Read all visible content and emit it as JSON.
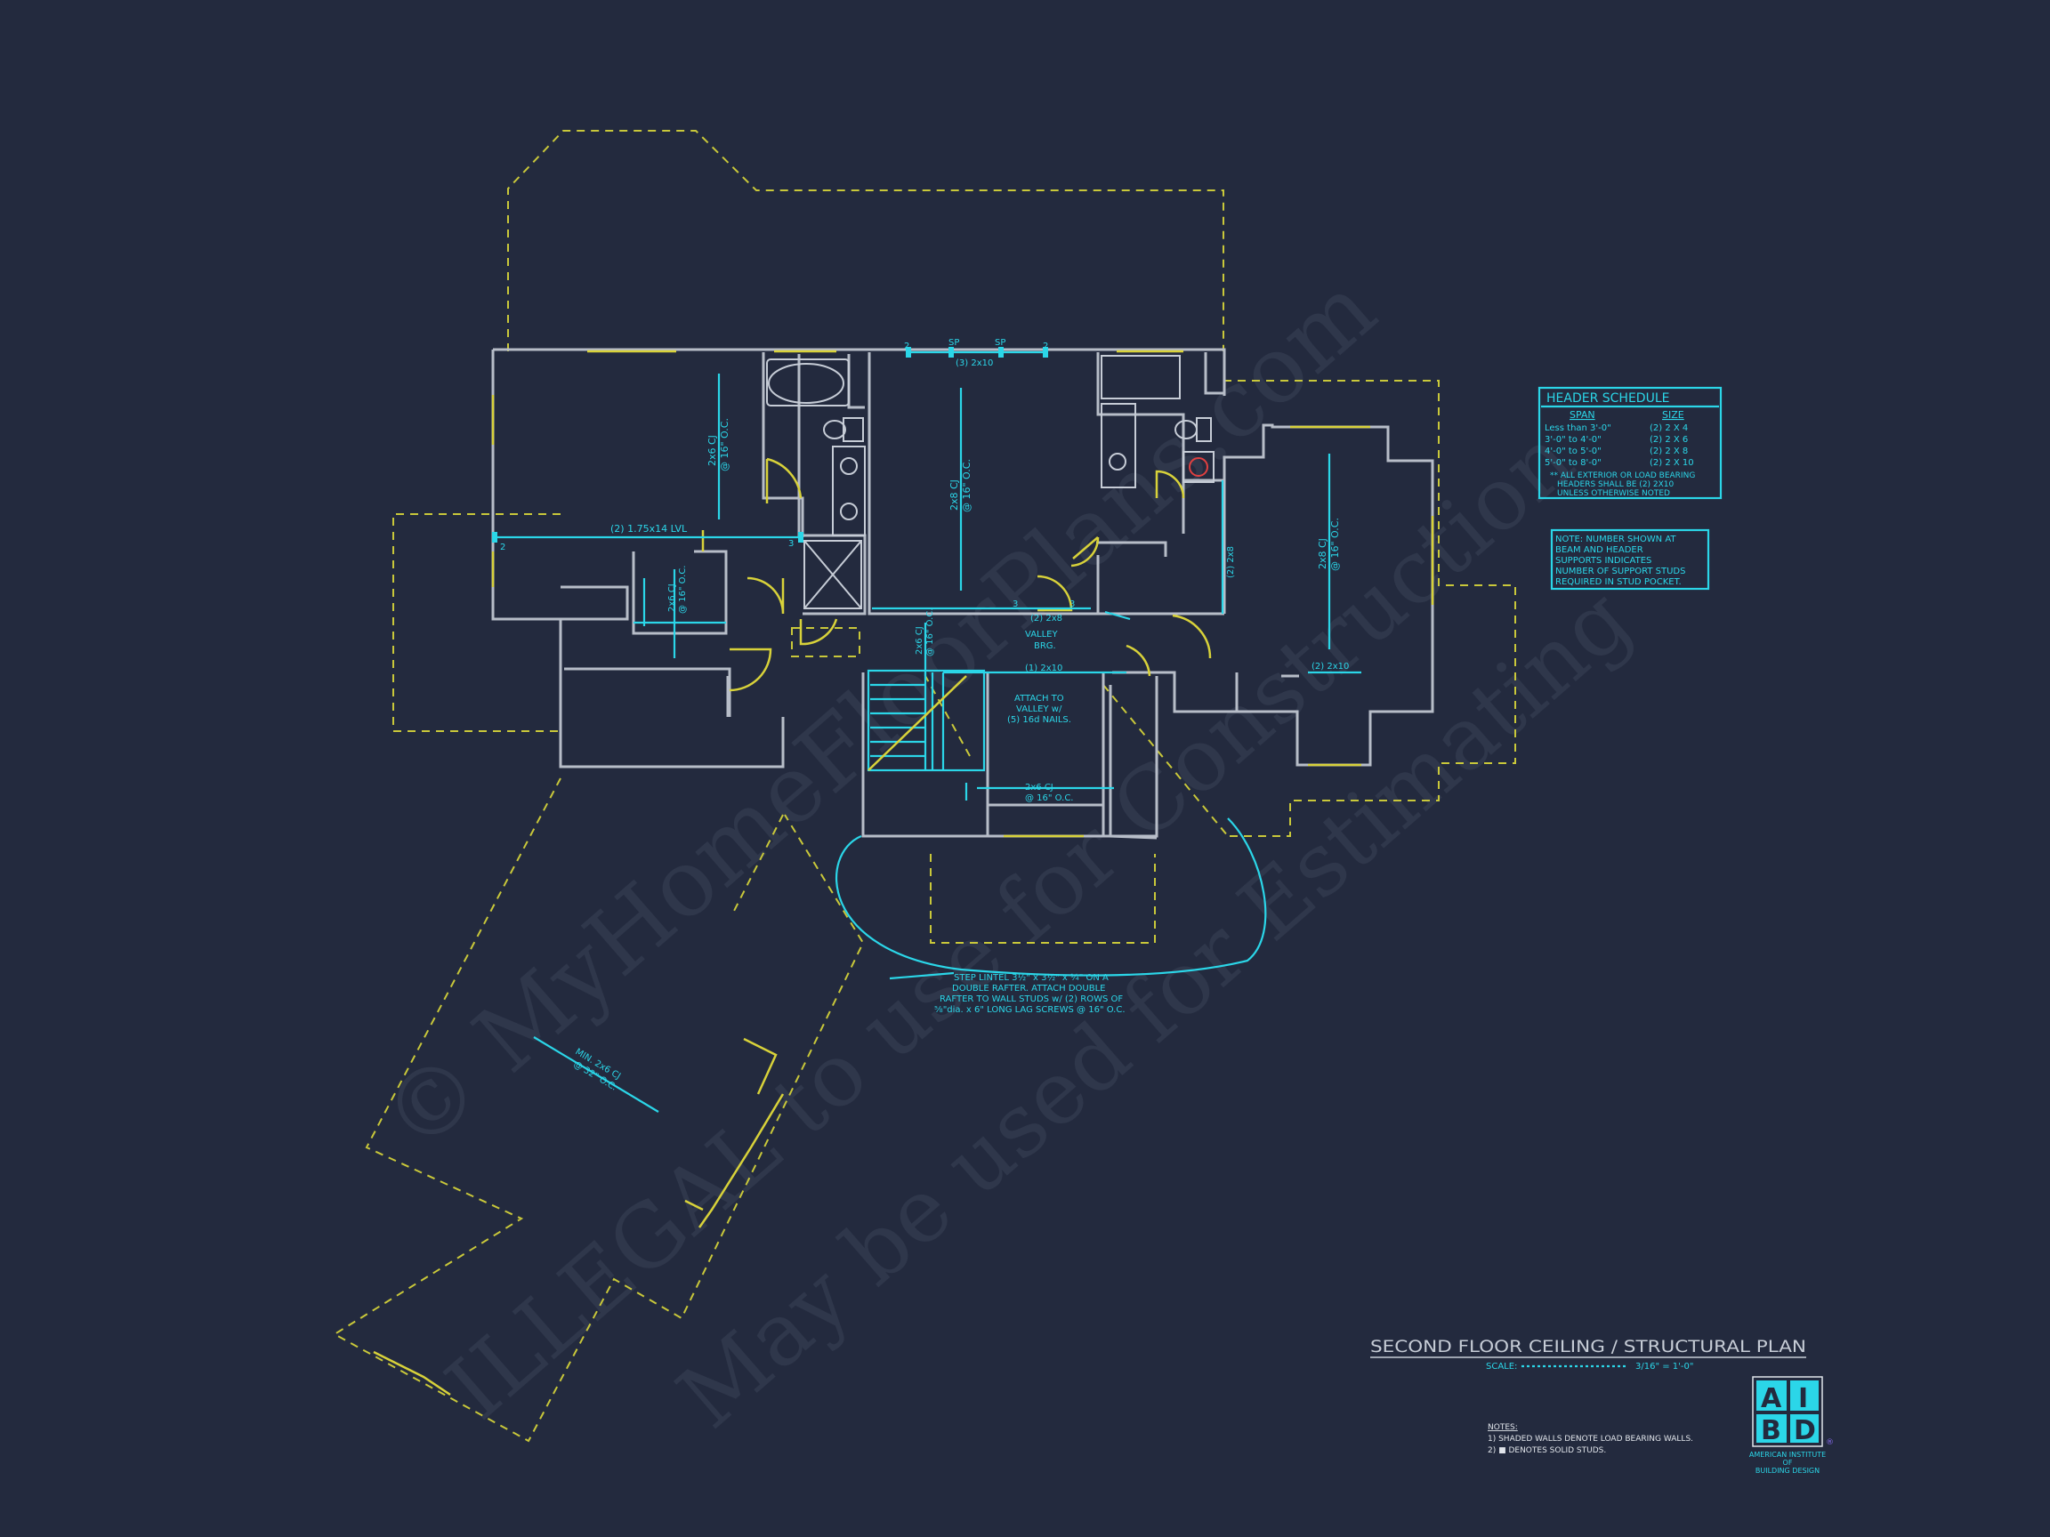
{
  "watermark": {
    "line1": "© MyHomeFloorPlans.com",
    "line2": "ILLEGAL to use for Construction",
    "line3": "May be used for Estimating"
  },
  "header_schedule": {
    "title": "HEADER SCHEDULE",
    "col_span": "SPAN",
    "col_size": "SIZE",
    "rows": [
      {
        "span": "Less than 3'-0\"",
        "size": "(2) 2 X 4"
      },
      {
        "span": "3'-0\" to 4'-0\"",
        "size": "(2) 2 X 6"
      },
      {
        "span": "4'-0\" to 5'-0\"",
        "size": "(2) 2 X 8"
      },
      {
        "span": "5'-0\" to 8'-0\"",
        "size": "(2) 2 X 10"
      }
    ],
    "note": [
      "** ALL EXTERIOR OR LOAD BEARING",
      "HEADERS SHALL BE (2) 2X10",
      "UNLESS OTHERWISE NOTED"
    ]
  },
  "stud_note": [
    "NOTE: NUMBER SHOWN AT",
    "BEAM AND HEADER",
    "SUPPORTS INDICATES",
    "NUMBER OF SUPPORT STUDS",
    "REQUIRED IN STUD POCKET."
  ],
  "labels": {
    "top_beam": "(3) 2x10",
    "sp": "SP",
    "two": "2",
    "three": "3",
    "lvl_beam": "(2) 1.75x14 LVL",
    "joist_2x6": "2x6 CJ",
    "at_16": "@ 16\" O.C.",
    "joist_2x8": "2x8 CJ",
    "beam_2x8_right": "(2) 2x8",
    "valley_beam": "(2) 2x8",
    "valley_brg_1": "VALLEY",
    "valley_brg_2": "BRG.",
    "stair_beam": "(1) 2x10",
    "right_beam": "(2) 2x10",
    "attach": [
      "ATTACH TO",
      "VALLEY w/",
      "(5) 16d NAILS."
    ],
    "lintel": [
      "STEP LINTEL 3½\" x 3½\" x ¼\" ON A",
      "DOUBLE RAFTER. ATTACH DOUBLE",
      "RAFTER TO WALL STUDS w/ (2) ROWS OF",
      "⅝\"dia. x 6\" LONG LAG SCREWS @ 16\" O.C."
    ],
    "garage_joist_1": "MIN. 2x6 CJ",
    "garage_joist_2": "@ 32\" O.C."
  },
  "title_block": {
    "title": "SECOND FLOOR CEILING / STRUCTURAL PLAN",
    "scale_label": "SCALE:",
    "scale_value": "3/16\" = 1'-0\"",
    "notes_heading": "NOTES:",
    "notes": [
      "1) SHADED WALLS DENOTE LOAD BEARING WALLS.",
      "2) ■ DENOTES SOLID STUDS."
    ]
  },
  "logo": {
    "letters": [
      "A",
      "I",
      "B",
      "D"
    ],
    "org": [
      "AMERICAN INSTITUTE",
      "OF",
      "BUILDING DESIGN"
    ],
    "mark": "®"
  },
  "colors": {
    "background": "#232a3e",
    "cyan": "#2bd6e8",
    "yellow": "#d8d23a",
    "wall": "#b7bdc8"
  }
}
